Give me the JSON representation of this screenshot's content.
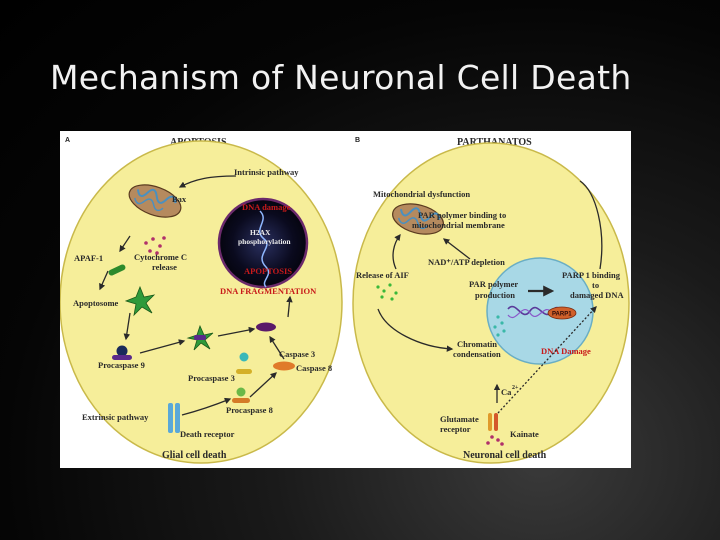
{
  "slide": {
    "title": "Mechanism of Neuronal Cell Death"
  },
  "panel_a": {
    "letter": "A",
    "heading": "APOPTOSIS",
    "footer": "Glial cell death",
    "labels": {
      "intrinsic": "Intrinsic pathway",
      "bax": "Bax",
      "apaf": "APAF-1",
      "cyto1": "Cytochrome C",
      "cyto2": "release",
      "apoptosome": "Apoptosome",
      "procasp9": "Procaspase 9",
      "procasp3": "Procaspase 3",
      "procasp8": "Procaspase 8",
      "casp3": "Caspase 3",
      "casp8": "Caspase 8",
      "extrinsic": "Extrinsic pathway",
      "death_receptor": "Death receptor"
    },
    "nucleus": {
      "dna_damage": "DNA damage",
      "h2ax_1": "H2AX",
      "h2ax_2": "phosphorylation",
      "apoptosis": "APOPTOSIS",
      "fragmentation": "DNA FRAGMENTATION"
    }
  },
  "panel_b": {
    "letter": "B",
    "heading": "PARTHANATOS",
    "footer": "Neuronal cell death",
    "labels": {
      "mito_dys": "Mitochondrial dysfunction",
      "par_bind1": "PAR polymer binding to",
      "par_bind2": "mitochondrial membrane",
      "nad": "NAD⁺/ATP depletion",
      "aif": "Release of AIF",
      "par_prod1": "PAR polymer",
      "par_prod2": "production",
      "parp1_1": "PARP 1 binding",
      "parp1_2": "to",
      "parp1_3": "damaged DNA",
      "chrom1": "Chromatin",
      "chrom2": "condensation",
      "dna_damage": "DNA Damage",
      "ca": "Ca",
      "ca_sup": "2+",
      "glut1": "Glutamate",
      "glut2": "receptor",
      "kainate": "Kainate",
      "parp_tag": "PARP1"
    }
  },
  "colors": {
    "cell_fill": "#f6ee9a",
    "cell_stroke": "#c9b94a",
    "nucleus_a": "#0a0a1e",
    "nucleus_b": "#a8d8e6",
    "text_red": "#c81a1a"
  },
  "icons": [
    "mitochondrion-icon",
    "apoptosome-icon",
    "dna-helix-icon",
    "receptor-icon"
  ]
}
